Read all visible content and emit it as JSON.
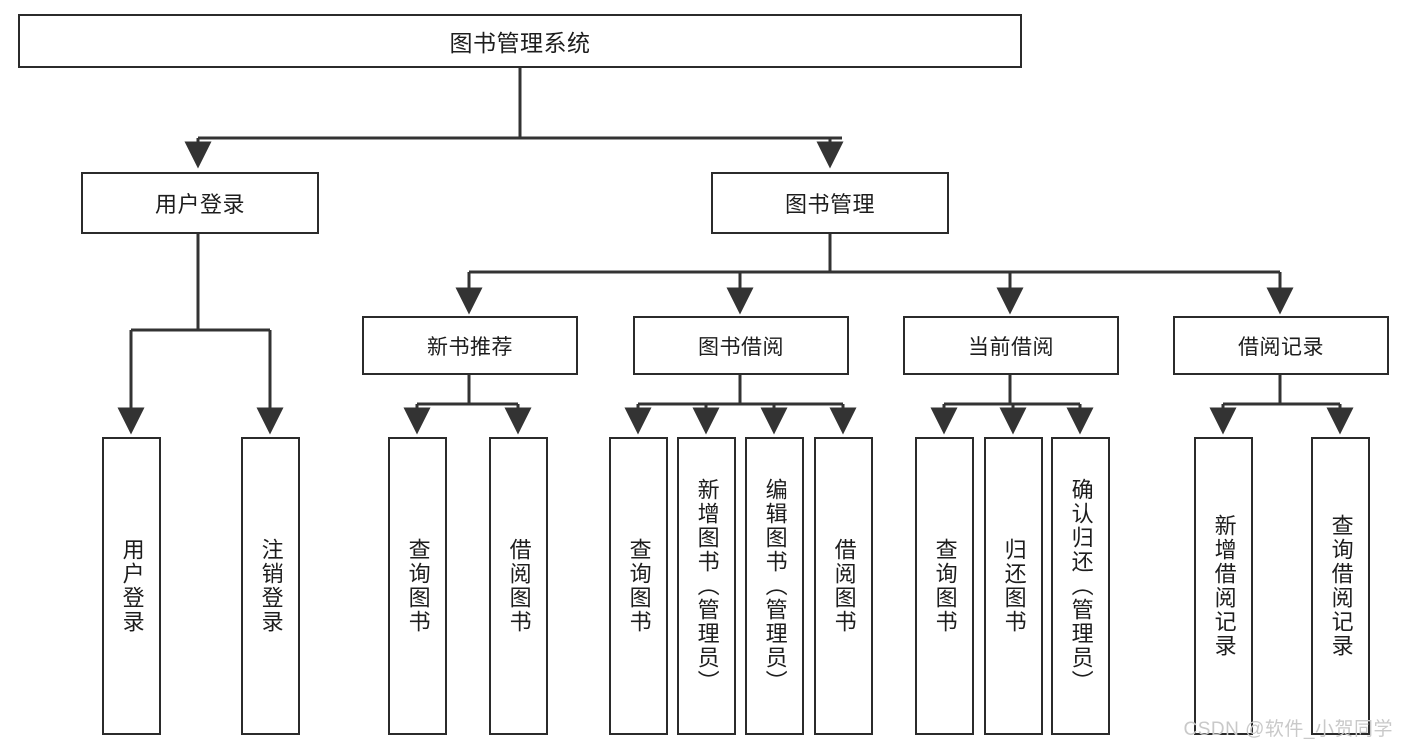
{
  "diagram": {
    "title": "图书管理系统",
    "watermark": "CSDN @软件_小贺同学",
    "colors": {
      "box_border": "#2b2b2b",
      "box_fill": "#ffffff",
      "edge": "#333333",
      "text": "#1d1d1d",
      "watermark": "#c9c9c9"
    },
    "root": {
      "label": "图书管理系统"
    },
    "level2": [
      {
        "label": "用户登录"
      },
      {
        "label": "图书管理"
      }
    ],
    "level3": [
      {
        "label": "新书推荐"
      },
      {
        "label": "图书借阅"
      },
      {
        "label": "当前借阅"
      },
      {
        "label": "借阅记录"
      }
    ],
    "leaves": {
      "user_login": [
        {
          "label": "用户登录"
        },
        {
          "label": "注销登录"
        }
      ],
      "new_book": [
        {
          "label": "查询图书"
        },
        {
          "label": "借阅图书"
        }
      ],
      "book_borrow": [
        {
          "label": "查询图书"
        },
        {
          "label": "新增图书（管理员）"
        },
        {
          "label": "编辑图书（管理员）"
        },
        {
          "label": "借阅图书"
        }
      ],
      "current_borrow": [
        {
          "label": "查询图书"
        },
        {
          "label": "归还图书"
        },
        {
          "label": "确认归还（管理员）"
        }
      ],
      "borrow_record": [
        {
          "label": "新增借阅记录"
        },
        {
          "label": "查询借阅记录"
        }
      ]
    }
  }
}
